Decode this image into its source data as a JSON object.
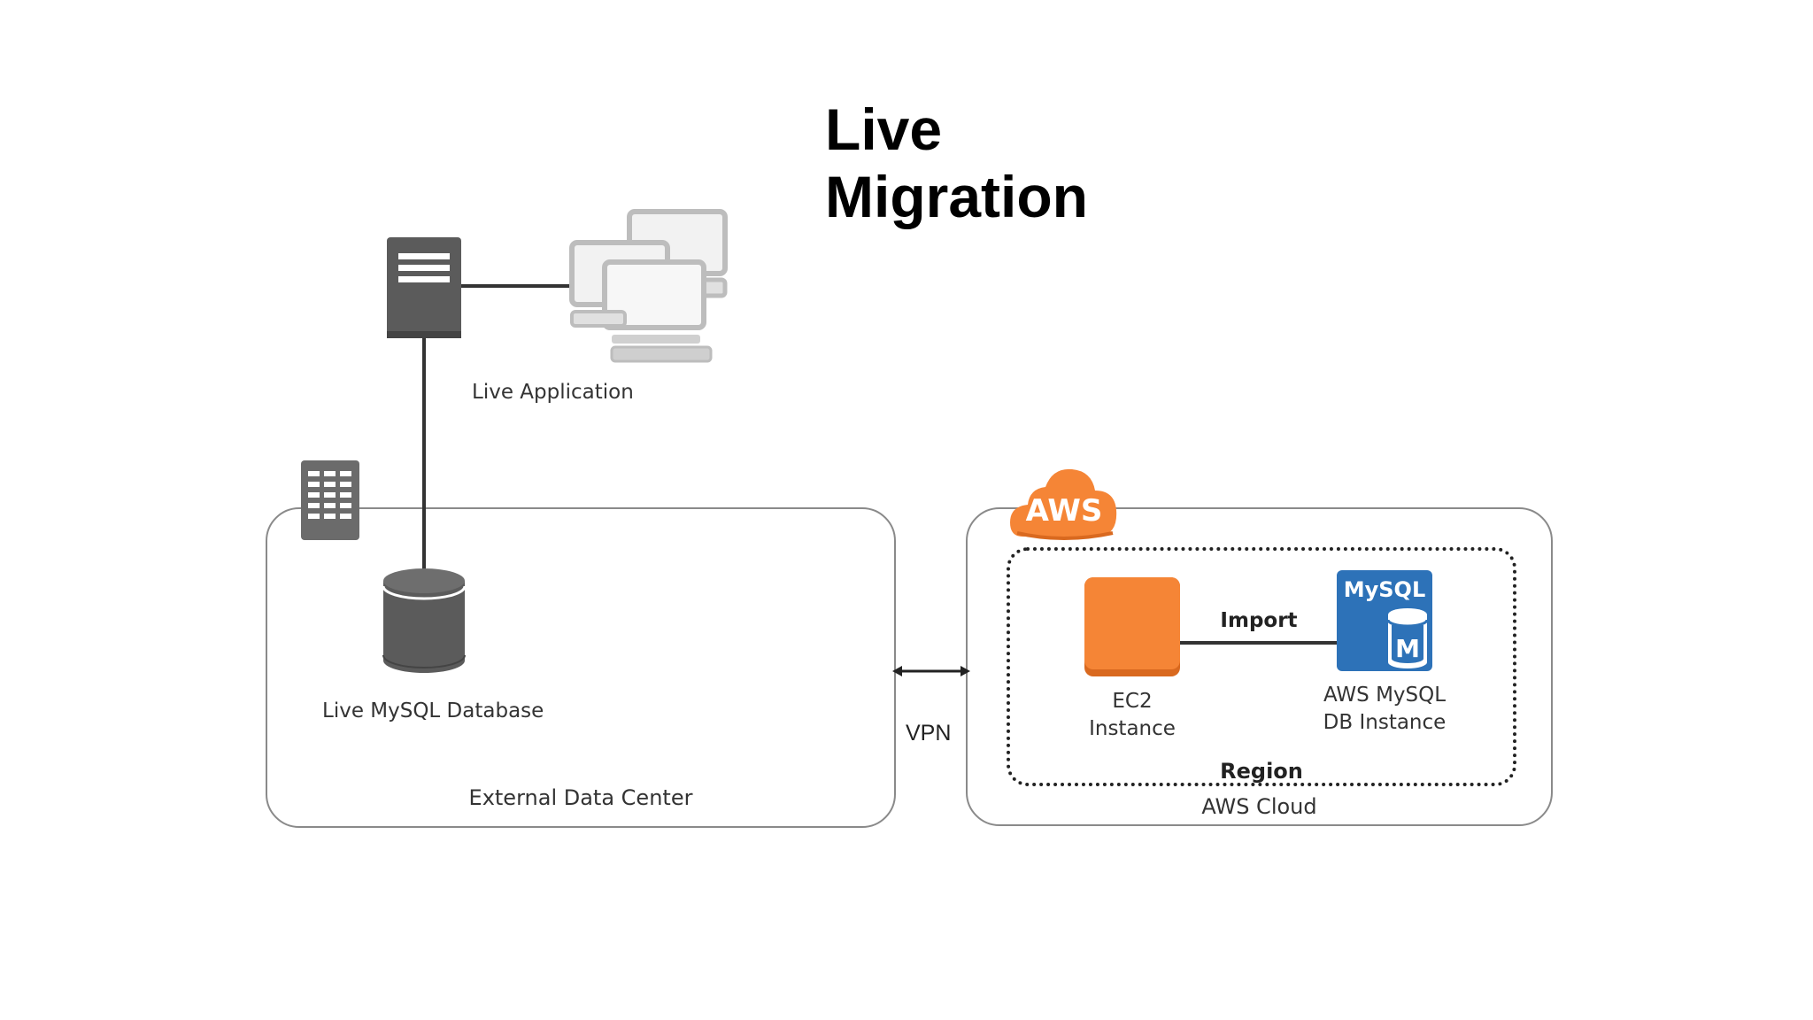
{
  "title": {
    "line1": "Live",
    "line2": "Migration"
  },
  "live_application": {
    "label": "Live Application"
  },
  "external_data_center": {
    "label": "External Data Center",
    "database_label": "Live MySQL Database"
  },
  "vpn": {
    "label": "VPN"
  },
  "aws_cloud": {
    "badge": "AWS",
    "label": "AWS Cloud",
    "region_label": "Region",
    "import_label": "Import",
    "ec2": {
      "line1": "EC2",
      "line2": "Instance"
    },
    "mysql": {
      "icon_text": "MySQL",
      "icon_letter": "M",
      "line1": "AWS MySQL",
      "line2": "DB Instance"
    }
  },
  "colors": {
    "aws_orange": "#f58536",
    "mysql_blue": "#2d72b8",
    "dark_gray": "#5b5b5b"
  }
}
